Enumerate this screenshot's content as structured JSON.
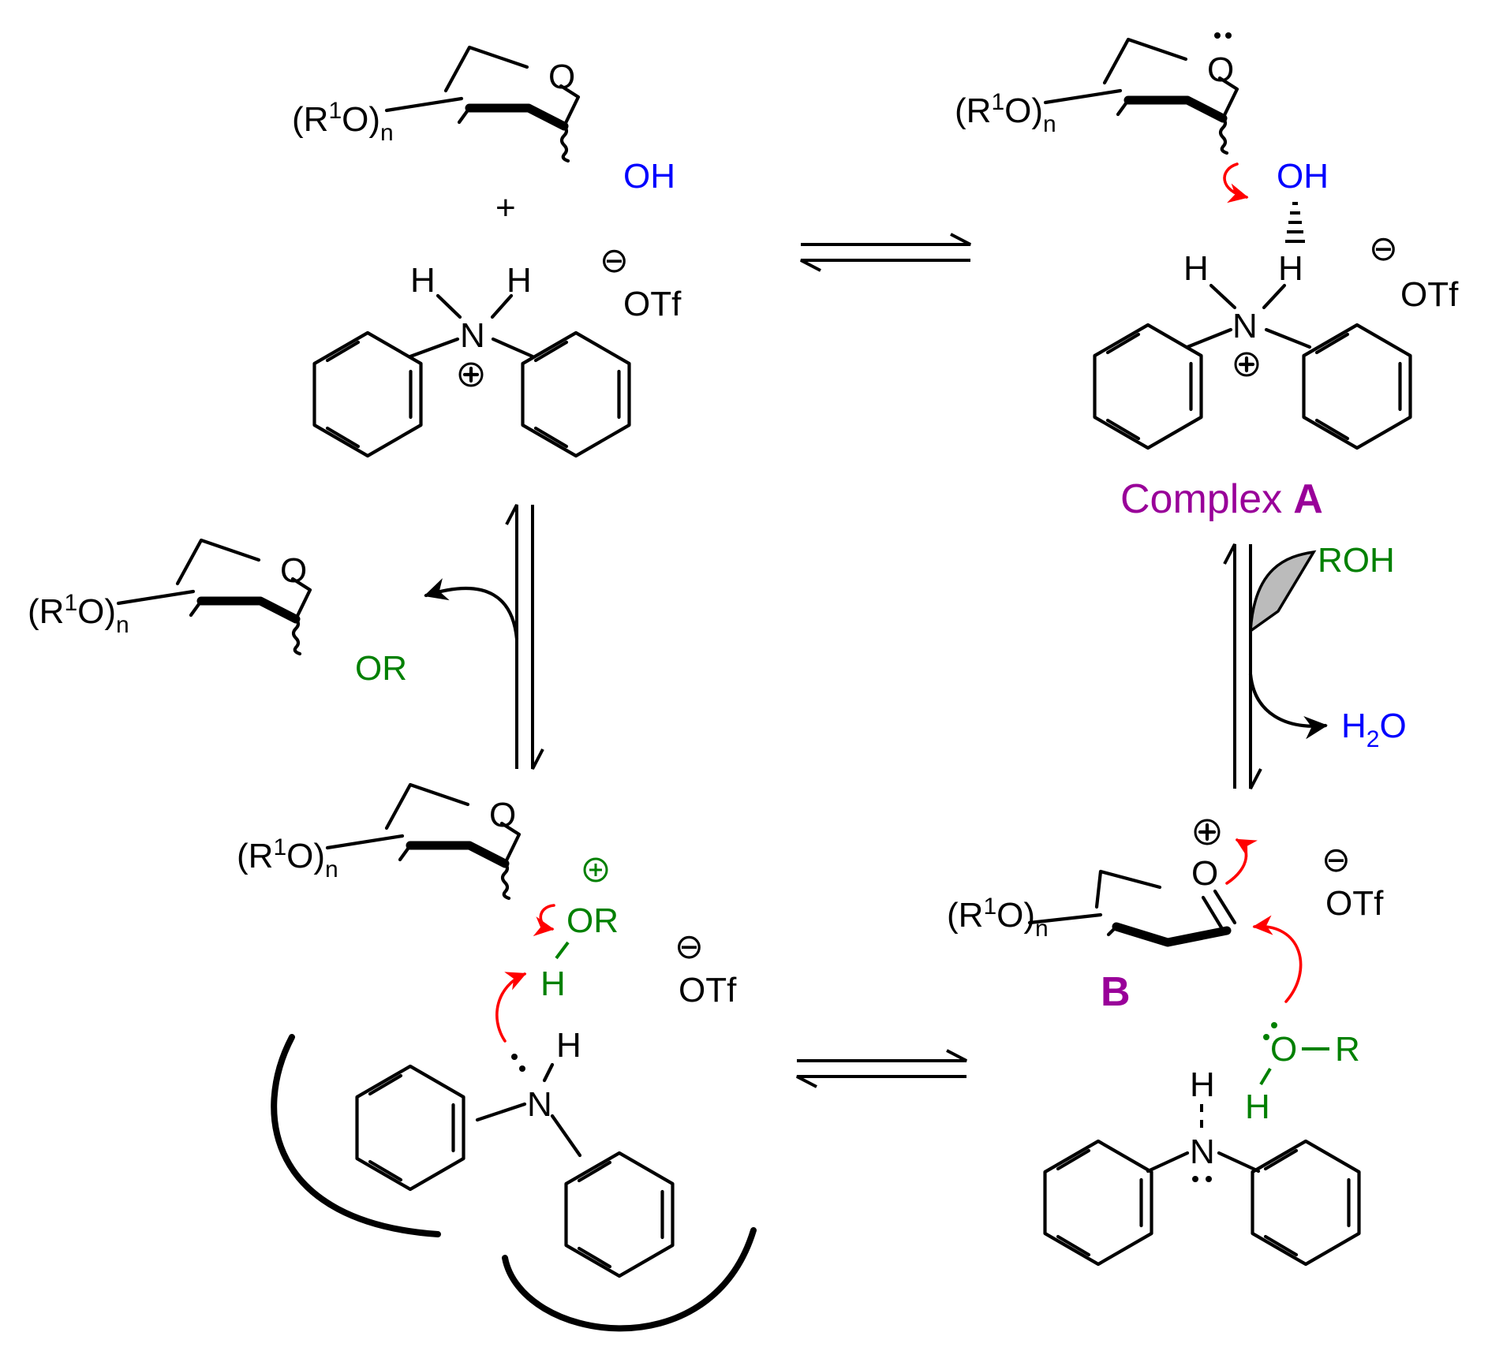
{
  "colors": {
    "black": "#000000",
    "blue": "#0000ff",
    "green": "#008000",
    "red": "#ff0000",
    "purple": "#990099"
  },
  "labels": {
    "r1o_open": "(R",
    "r1o_sup": "1",
    "r1o_close": "O)",
    "r1o_sub": "n",
    "ring_o": "O",
    "oh": "OH",
    "plus": "+",
    "h": "H",
    "n": "N",
    "otf": "OTf",
    "complex_prefix": "Complex",
    "complex_a": "A",
    "roh": "ROH",
    "h2o_h": "H",
    "h2o_sub": "2",
    "h2o_o": "O",
    "or": "OR",
    "intermediate_b": "B",
    "o": "O",
    "r": "R"
  }
}
